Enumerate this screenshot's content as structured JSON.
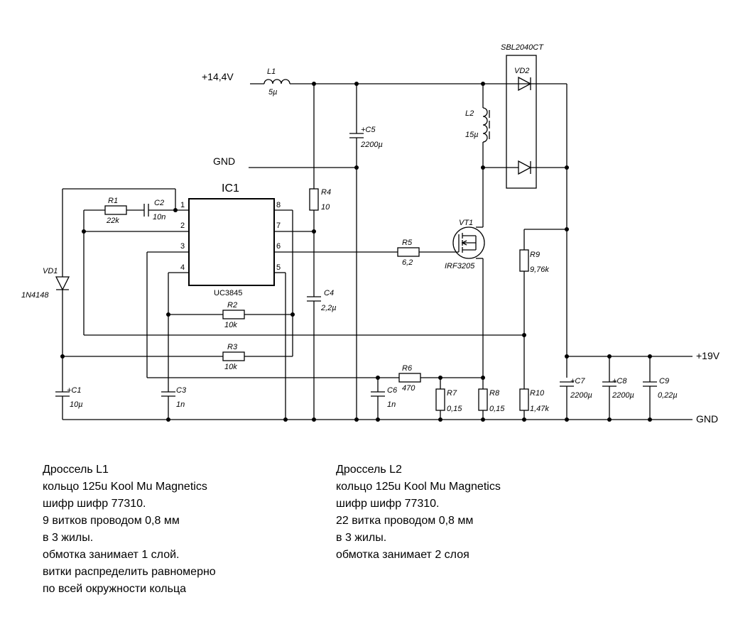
{
  "rails": {
    "vin": "+14,4V",
    "gnd_top": "GND",
    "vout": "+19V",
    "gnd_bottom": "GND"
  },
  "ic": {
    "ref": "IC1",
    "part": "UC3845",
    "pins": [
      "1",
      "2",
      "3",
      "4",
      "8",
      "7",
      "6",
      "5"
    ]
  },
  "components": {
    "L1": {
      "ref": "L1",
      "value": "5µ"
    },
    "L2": {
      "ref": "L2",
      "value": "15µ"
    },
    "C5": {
      "ref": "+C5",
      "value": "2200µ"
    },
    "R1": {
      "ref": "R1",
      "value": "22k"
    },
    "C2": {
      "ref": "C2",
      "value": "10n"
    },
    "R4": {
      "ref": "R4",
      "value": "10"
    },
    "C4": {
      "ref": "C4",
      "value": "2,2µ"
    },
    "VD1": {
      "ref": "VD1",
      "value": "1N4148"
    },
    "R2": {
      "ref": "R2",
      "value": "10k"
    },
    "R3": {
      "ref": "R3",
      "value": "10k"
    },
    "C1": {
      "ref": "+C1",
      "value": "10µ"
    },
    "C3": {
      "ref": "C3",
      "value": "1n"
    },
    "R5": {
      "ref": "R5",
      "value": "6,2"
    },
    "VT1": {
      "ref": "VT1",
      "value": "IRF3205"
    },
    "VD2": {
      "ref": "VD2",
      "value": "SBL2040CT"
    },
    "R6": {
      "ref": "R6",
      "value": "470"
    },
    "C6": {
      "ref": "C6",
      "value": "1n"
    },
    "R7": {
      "ref": "R7",
      "value": "0,15"
    },
    "R8": {
      "ref": "R8",
      "value": "0,15"
    },
    "R9": {
      "ref": "R9",
      "value": "9,76k"
    },
    "R10": {
      "ref": "R10",
      "value": "1,47k"
    },
    "C7": {
      "ref": "+C7",
      "value": "2200µ"
    },
    "C8": {
      "ref": "+C8",
      "value": "2200µ"
    },
    "C9": {
      "ref": "C9",
      "value": "0,22µ"
    }
  },
  "notes_left": [
    "Дроссель L1",
    "кольцо 125u Kool Mu Magnetics",
    "шифр шифр 77310.",
    "9 витков проводом 0,8 мм",
    "в 3 жилы.",
    "обмотка занимает 1 слой.",
    "витки распределить равномерно",
    "по всей окружности кольца"
  ],
  "notes_right": [
    "Дроссель L2",
    "кольцо 125u Kool Mu Magnetics",
    "шифр шифр 77310.",
    "22 витка проводом 0,8 мм",
    "в 3 жилы.",
    "обмотка занимает 2 слоя"
  ]
}
